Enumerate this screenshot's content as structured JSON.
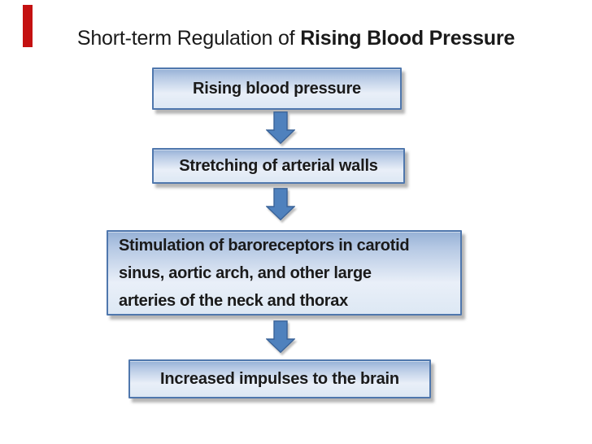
{
  "page": {
    "background_color": "#ffffff"
  },
  "decor": {
    "red_bar_color": "#c41111"
  },
  "title": {
    "prefix": "Short-term Regulation of ",
    "emphasis": "Rising Blood Pressure",
    "color": "#1a1a1a"
  },
  "flowchart": {
    "box_border_color": "#4f77ad",
    "box_fill_top_color": "#96b1d6",
    "box_fill_bottom_color": "#e9eff8",
    "box_text_color": "#1a1a1a",
    "arrow_fill_color": "#4f81bd",
    "arrow_outline_color": "#3a6399",
    "boxes": [
      {
        "label": "Rising blood pressure"
      },
      {
        "label": "Stretching of arterial walls"
      },
      {
        "label": "Stimulation of baroreceptors in carotid sinus, aortic arch, and other large arteries of the neck and thorax",
        "lines": [
          "Stimulation of baroreceptors in carotid",
          "sinus, aortic arch, and other large",
          "arteries of the neck and thorax"
        ]
      },
      {
        "label": "Increased impulses to the brain"
      }
    ],
    "arrows": [
      {
        "name": "arrow-down-1"
      },
      {
        "name": "arrow-down-2"
      },
      {
        "name": "arrow-down-3"
      }
    ]
  }
}
